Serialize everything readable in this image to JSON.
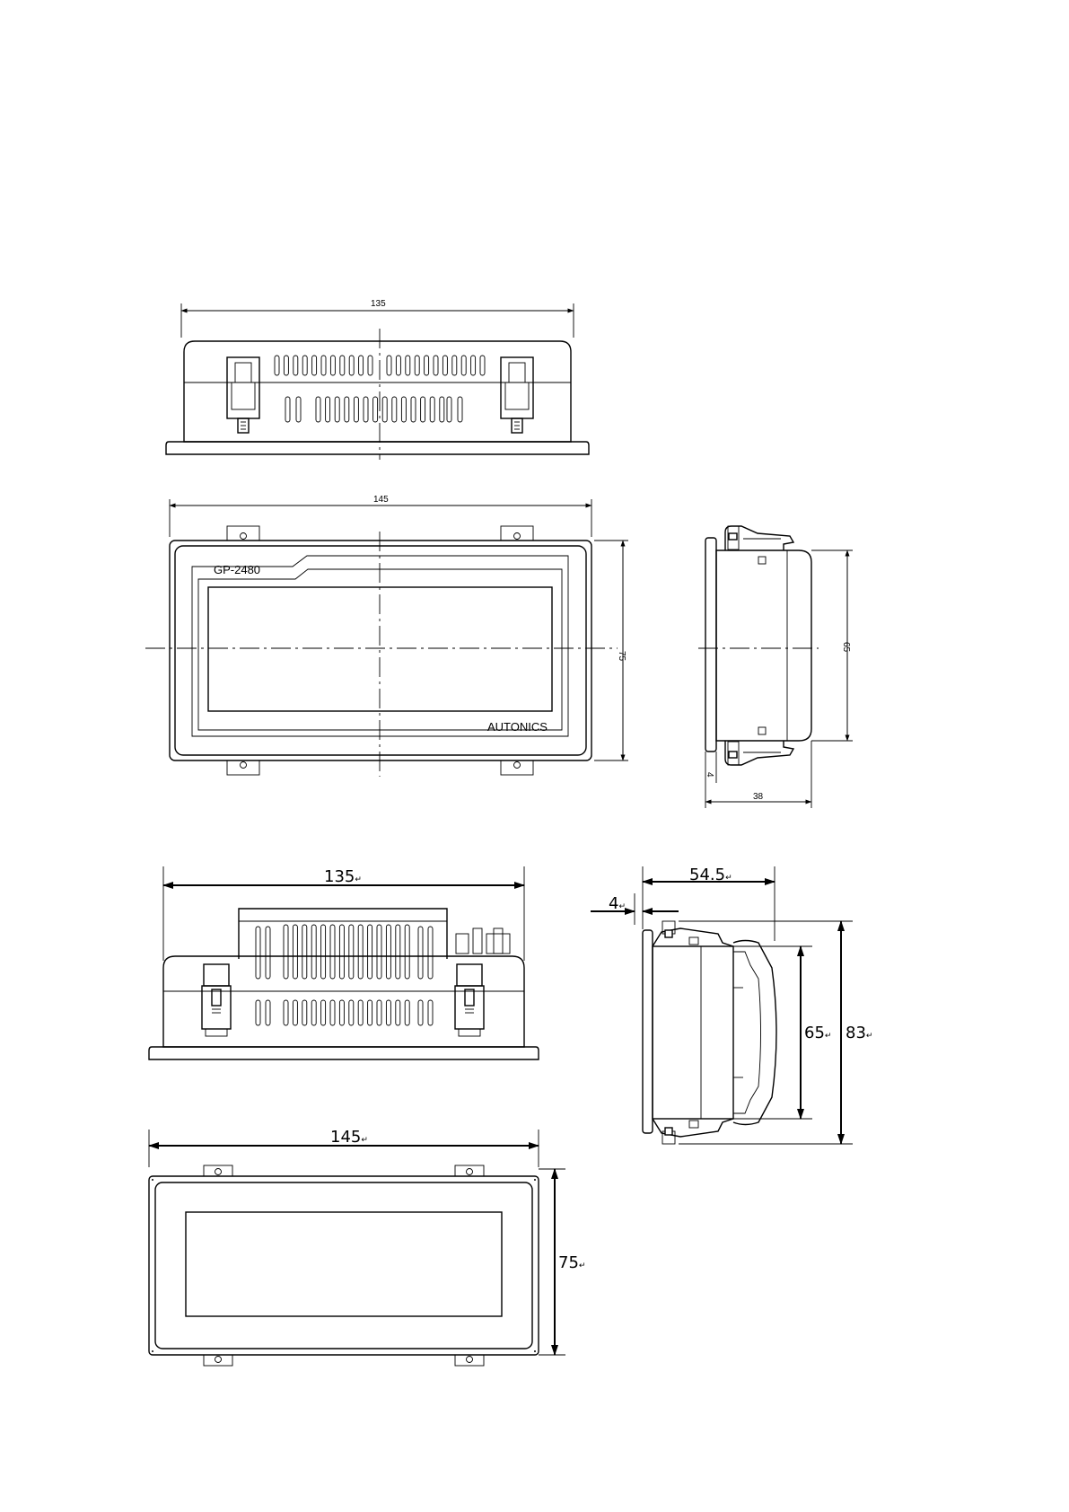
{
  "drawing": {
    "top_view_1": {
      "width_label": "135"
    },
    "front_view_1": {
      "width_label": "145",
      "height_label": "75",
      "model_label": "GP-2480",
      "brand_label": "AUTONICS"
    },
    "side_view_1": {
      "height_label": "65",
      "depth_label": "38",
      "panel_label": "4"
    },
    "top_view_2": {
      "width_label": "135",
      "mark": "↵"
    },
    "side_view_2": {
      "depth_label": "54.5",
      "panel_label": "4",
      "inner_height_label": "65",
      "outer_height_label": "83",
      "mark": "↵"
    },
    "front_view_2": {
      "width_label": "145",
      "height_label": "75",
      "mark": "↵"
    }
  }
}
